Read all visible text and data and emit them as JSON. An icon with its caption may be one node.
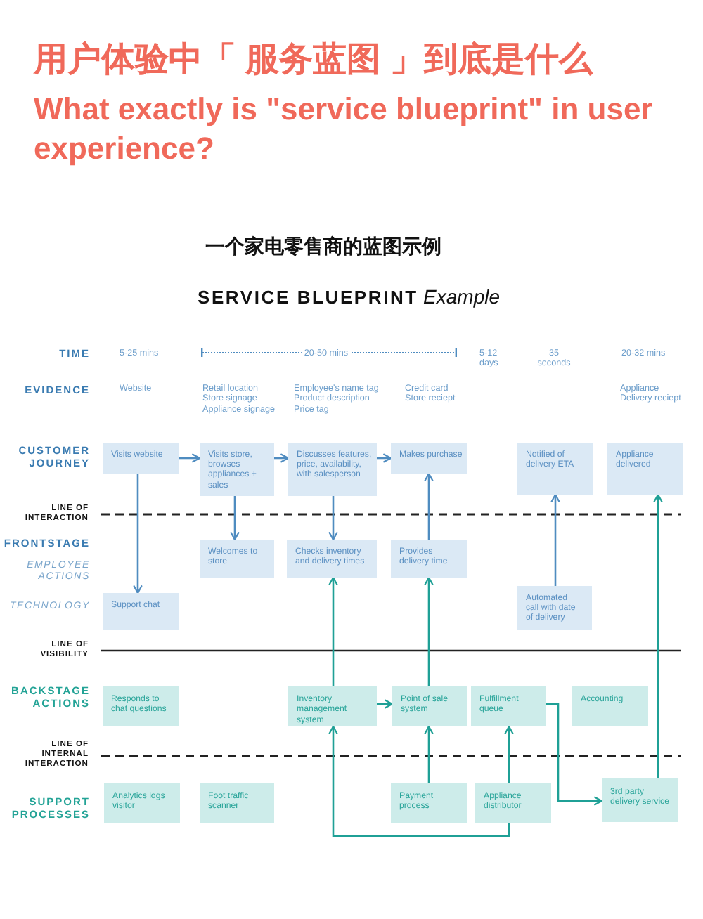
{
  "diagram": {
    "title": "用户体验中「 服务蓝图 」到底是什么",
    "nodes": [
      {
        "text": [
          "Visits website"
        ]
      },
      {
        "text": [
          "Visits store, browses appliances + sales"
        ]
      },
      {
        "text": [
          "Discusses features, price, availability, with salesperson"
        ]
      },
      {
        "text": [
          "Makes purchase"
        ]
      },
      {
        "text": [
          "Notified of delivery ETA"
        ]
      },
      {
        "text": [
          "Appliance delivered"
        ]
      },
      {
        "text": [
          "Welcomes to store"
        ]
      },
      {
        "text": [
          "Checks inventory and delivery times"
        ]
      },
      {
        "text": [
          "Provides delivery time"
        ]
      },
      {
        "text": [
          "Support chat"
        ]
      },
      {
        "text": [
          "Automated call with date of delivery"
        ]
      },
      {
        "text": [
          "Responds to chat questions"
        ]
      },
      {
        "text": [
          "Inventory management system"
        ]
      },
      {
        "text": [
          "Point of sale system"
        ]
      },
      {
        "text": [
          "Fulfillment queue"
        ]
      },
      {
        "text": [
          "Accounting"
        ]
      },
      {
        "text": [
          "Analytics logs visitor"
        ]
      },
      {
        "text": [
          "Foot traffic scanner"
        ]
      },
      {
        "text": [
          "Payment process"
        ]
      },
      {
        "text": [
          "Appliance distributor"
        ]
      },
      {
        "text": [
          "3rd party delivery service"
        ]
      }
    ],
    "edges": [
      {
        "from": 0,
        "to": 1,
        "arrow": "to"
      },
      {
        "from": 1,
        "to": 2,
        "arrow": "to"
      },
      {
        "from": 2,
        "to": 3,
        "arrow": "to"
      },
      {
        "from": 0,
        "to": 9,
        "arrow": "to"
      },
      {
        "from": 1,
        "to": 6,
        "arrow": "to"
      },
      {
        "from": 2,
        "to": 7,
        "arrow": "to"
      },
      {
        "from": 8,
        "to": 3,
        "arrow": "to"
      },
      {
        "from": 10,
        "to": 4,
        "arrow": "to"
      },
      {
        "from": 12,
        "to": 7,
        "arrow": "to",
        "color": "#1fa096"
      },
      {
        "from": 13,
        "to": 8,
        "arrow": "to",
        "color": "#1fa096"
      },
      {
        "from": 12,
        "to": 13,
        "arrow": "to",
        "color": "#1fa096"
      },
      {
        "from": 14,
        "to": 20,
        "arrow": "to",
        "color": "#1fa096"
      },
      {
        "from": 18,
        "to": 13,
        "arrow": "to",
        "color": "#1fa096"
      },
      {
        "from": 19,
        "to": 14,
        "arrow": "to",
        "color": "#1fa096"
      },
      {
        "from": 19,
        "to": 12,
        "arrow": "to",
        "color": "#1fa096"
      },
      {
        "from": 20,
        "to": 5,
        "arrow": "to",
        "color": "#1fa096"
      }
    ],
    "labels": [
      "What exactly is \"service blueprint\" in user experience?",
      "一个家电零售商的蓝图示例",
      "**SERVICE BLUEPRINT** *Example*",
      "TIME",
      "5-25 mins",
      "20-50 mins",
      "5-12 days",
      "35 seconds",
      "20-32 mins",
      "EVIDENCE",
      "Website",
      "Retail location Store signage Appliance signage",
      "Employee's name tag Product description Price tag",
      "Credit card Store reciept",
      "Appliance Delivery reciept",
      "CUSTOMER JOURNEY",
      "LINE OF INTERACTION",
      "FRONTSTAGE",
      "EMPLOYEE ACTIONS",
      "TECHNOLOGY",
      "LINE OF VISIBILITY",
      "BACKSTAGE ACTIONS",
      "LINE OF INTERNAL INTERACTION",
      "SUPPORT PROCESSES"
    ]
  }
}
